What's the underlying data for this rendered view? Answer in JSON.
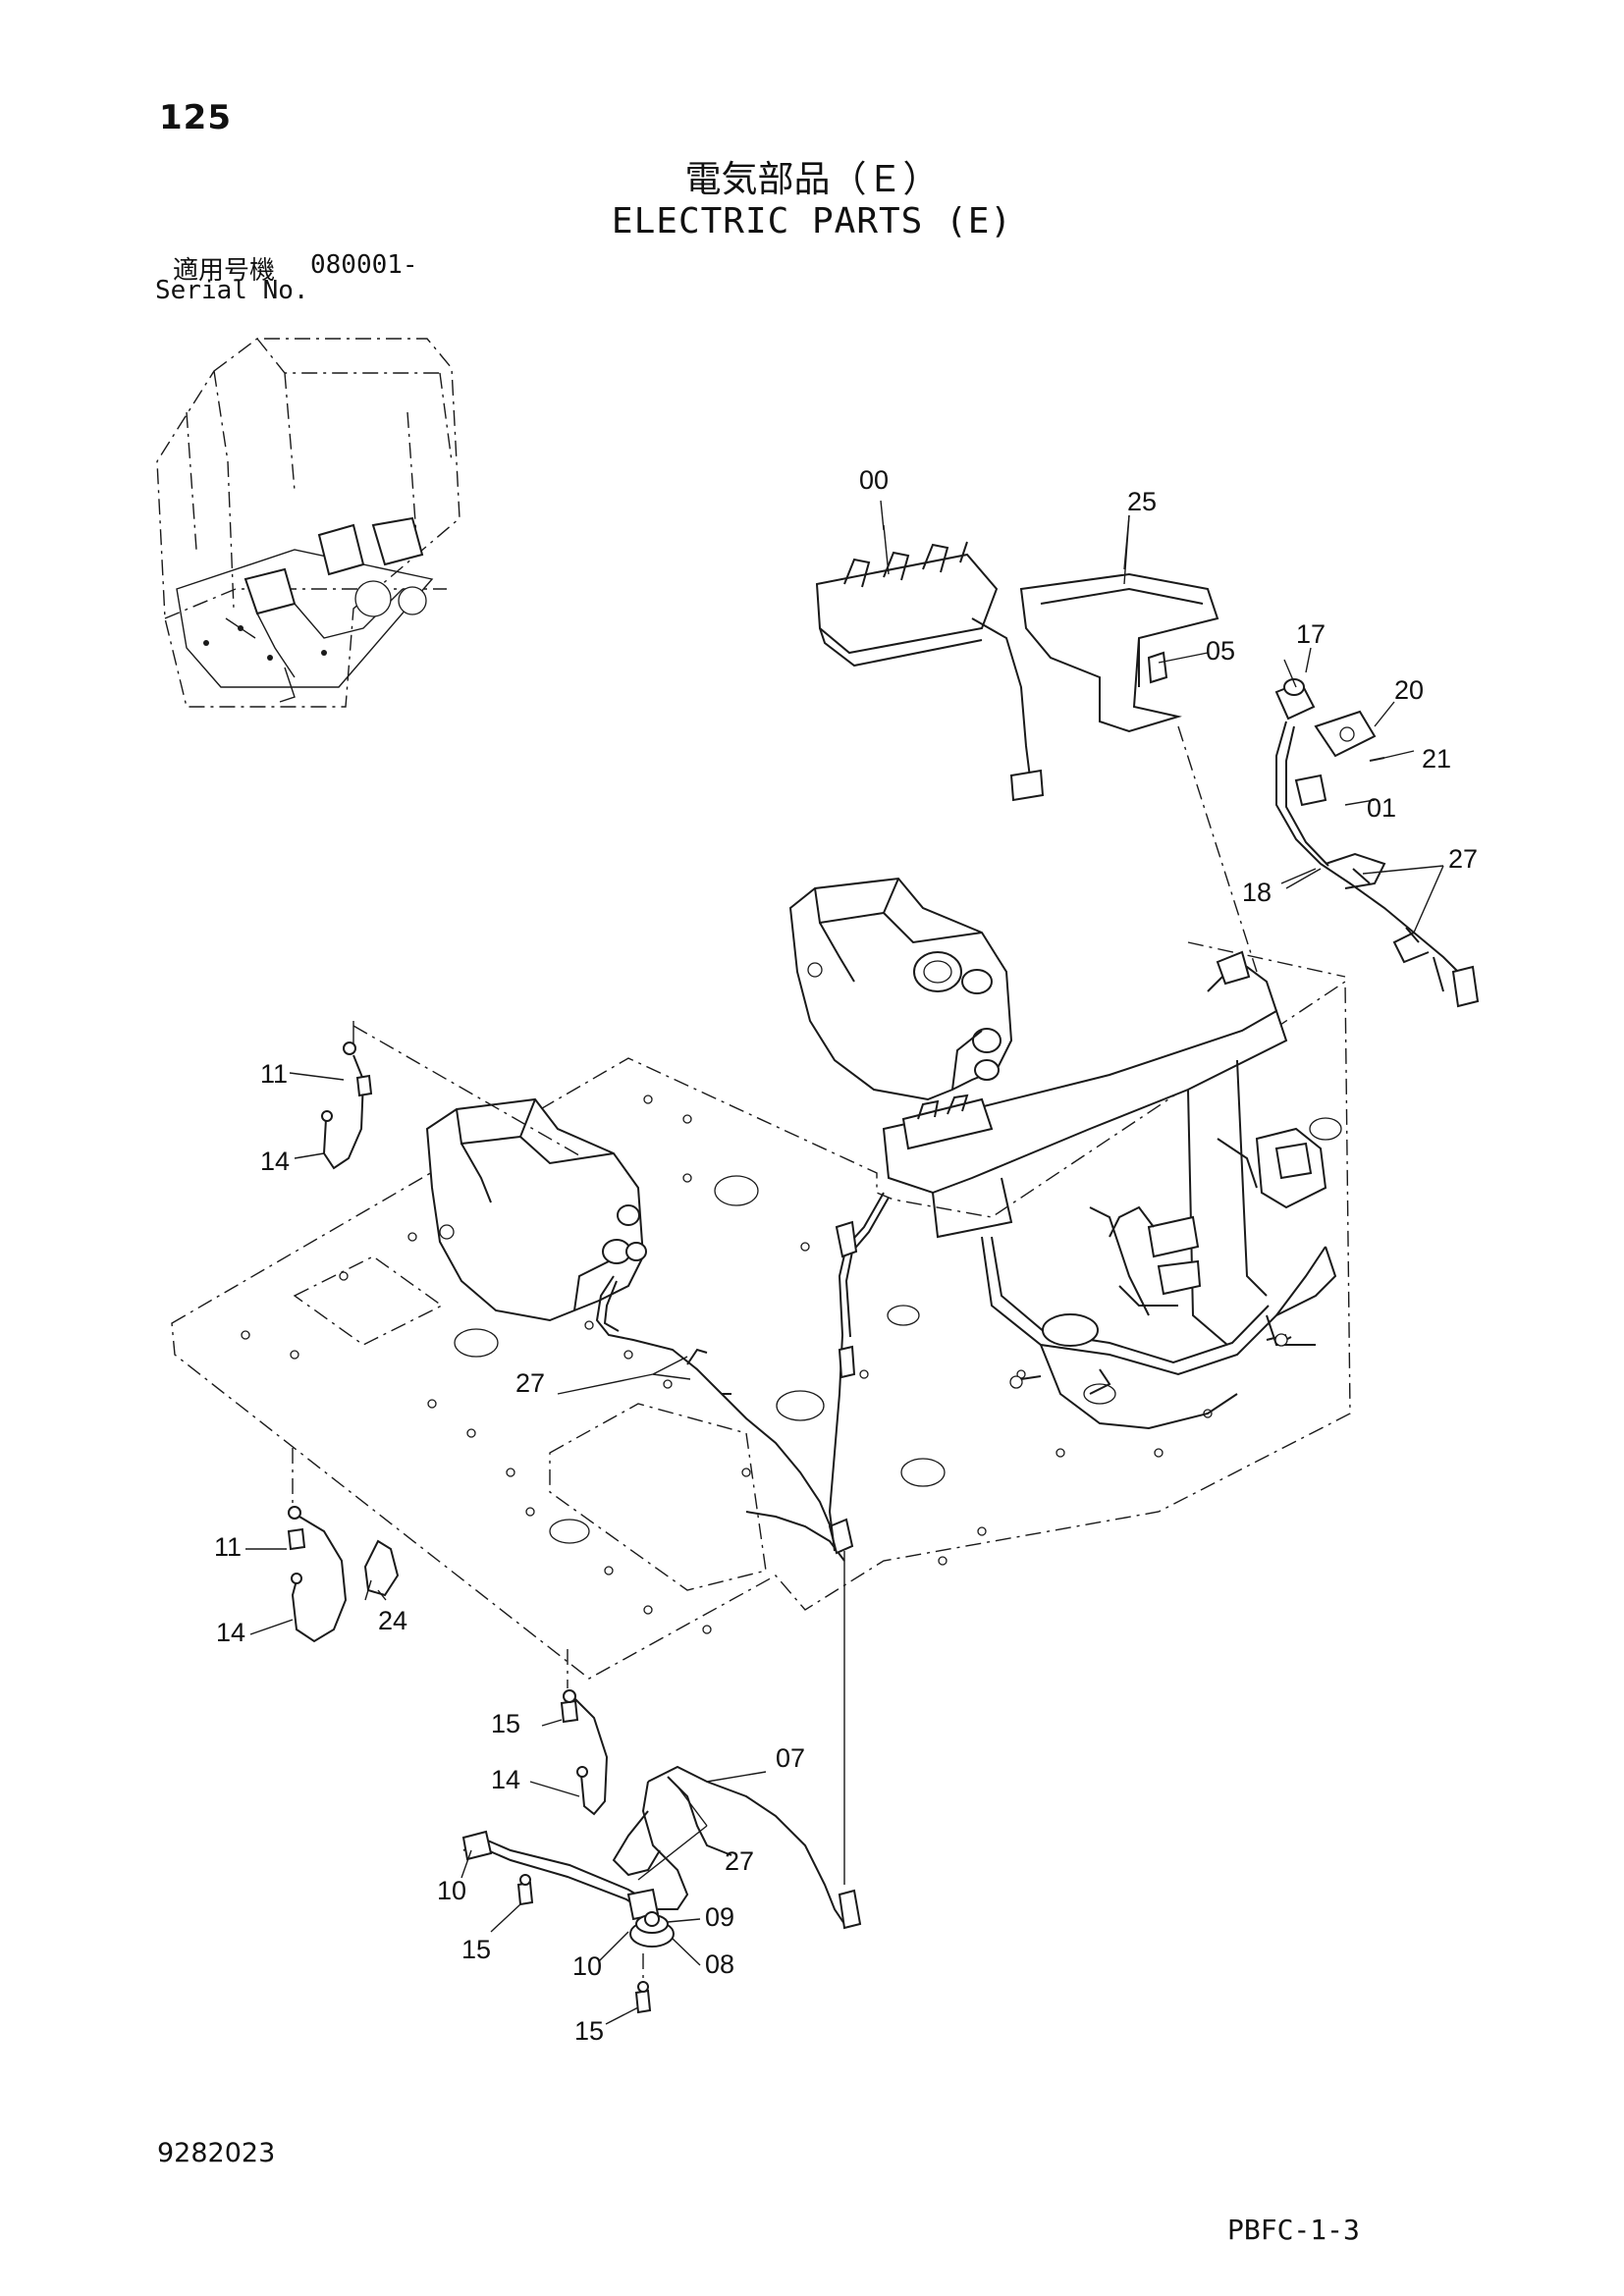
{
  "header": {
    "page_number": "125",
    "title_jp": "電気部品（Ｅ）",
    "title_en": "ELECTRIC PARTS (E)",
    "serial_label_jp": "適用号機",
    "serial_value": "080001-",
    "serial_label_en": "Serial No."
  },
  "footer": {
    "document_number": "9282023",
    "page_code": "PBFC-1-3"
  },
  "callouts": {
    "c00": "00",
    "c25": "25",
    "c05": "05",
    "c17": "17",
    "c20": "20",
    "c21": "21",
    "c01": "01",
    "c27a": "27",
    "c18": "18",
    "c11a": "11",
    "c14a": "14",
    "c27b": "27",
    "c11b": "11",
    "c14b": "14",
    "c24": "24",
    "c15a": "15",
    "c14c": "14",
    "c07": "07",
    "c27c": "27",
    "c10a": "10",
    "c15b": "15",
    "c09": "09",
    "c10b": "10",
    "c08": "08",
    "c15c": "15"
  }
}
